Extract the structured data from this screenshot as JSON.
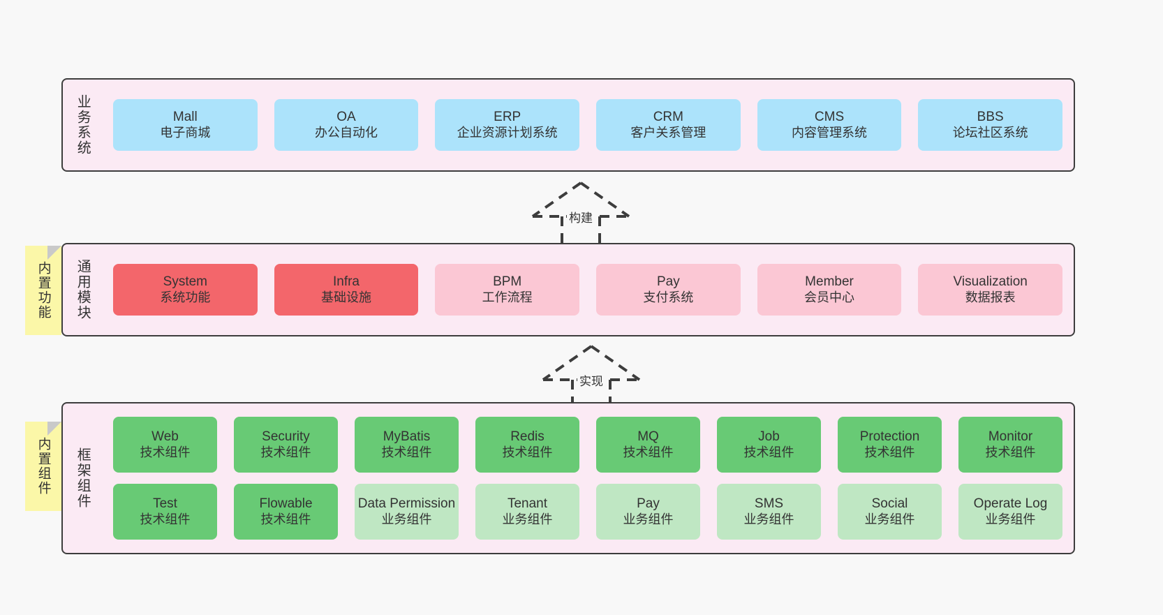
{
  "diagram": {
    "background": "#f8f8f8",
    "border_color": "#3d3d3d",
    "panel_color": "#fbeaf4",
    "sticky_color": "#fbf7a8"
  },
  "layers": [
    {
      "id": "business",
      "title": "业务系统",
      "rows": [
        {
          "nodes": [
            {
              "name": "Mall",
              "sub": "电子商城",
              "style": "n-blue",
              "color": "#ace3fb"
            },
            {
              "name": "OA",
              "sub": "办公自动化",
              "style": "n-blue",
              "color": "#ace3fb"
            },
            {
              "name": "ERP",
              "sub": "企业资源计划系统",
              "style": "n-blue",
              "color": "#ace3fb"
            },
            {
              "name": "CRM",
              "sub": "客户关系管理",
              "style": "n-blue",
              "color": "#ace3fb"
            },
            {
              "name": "CMS",
              "sub": "内容管理系统",
              "style": "n-blue",
              "color": "#ace3fb"
            },
            {
              "name": "BBS",
              "sub": "论坛社区系统",
              "style": "n-blue",
              "color": "#ace3fb"
            }
          ]
        }
      ]
    },
    {
      "id": "common",
      "title": "通用模块",
      "rows": [
        {
          "nodes": [
            {
              "name": "System",
              "sub": "系统功能",
              "style": "n-red",
              "color": "#f3666b"
            },
            {
              "name": "Infra",
              "sub": "基础设施",
              "style": "n-red",
              "color": "#f3666b"
            },
            {
              "name": "BPM",
              "sub": "工作流程",
              "style": "n-pink",
              "color": "#fbc7d4"
            },
            {
              "name": "Pay",
              "sub": "支付系统",
              "style": "n-pink",
              "color": "#fbc7d4"
            },
            {
              "name": "Member",
              "sub": "会员中心",
              "style": "n-pink",
              "color": "#fbc7d4"
            },
            {
              "name": "Visualization",
              "sub": "数据报表",
              "style": "n-pink",
              "color": "#fbc7d4"
            }
          ]
        }
      ]
    },
    {
      "id": "framework",
      "title": "框架组件",
      "rows": [
        {
          "nodes": [
            {
              "name": "Web",
              "sub": "技术组件",
              "style": "n-green",
              "color": "#68ca75"
            },
            {
              "name": "Security",
              "sub": "技术组件",
              "style": "n-green",
              "color": "#68ca75"
            },
            {
              "name": "MyBatis",
              "sub": "技术组件",
              "style": "n-green",
              "color": "#68ca75"
            },
            {
              "name": "Redis",
              "sub": "技术组件",
              "style": "n-green",
              "color": "#68ca75"
            },
            {
              "name": "MQ",
              "sub": "技术组件",
              "style": "n-green",
              "color": "#68ca75"
            },
            {
              "name": "Job",
              "sub": "技术组件",
              "style": "n-green",
              "color": "#68ca75"
            },
            {
              "name": "Protection",
              "sub": "技术组件",
              "style": "n-green",
              "color": "#68ca75"
            },
            {
              "name": "Monitor",
              "sub": "技术组件",
              "style": "n-green",
              "color": "#68ca75"
            }
          ]
        },
        {
          "nodes": [
            {
              "name": "Test",
              "sub": "技术组件",
              "style": "n-green",
              "color": "#68ca75"
            },
            {
              "name": "Flowable",
              "sub": "技术组件",
              "style": "n-green",
              "color": "#68ca75"
            },
            {
              "name": "Data Permission",
              "sub": "业务组件",
              "style": "n-lightgreen",
              "color": "#bfe7c3"
            },
            {
              "name": "Tenant",
              "sub": "业务组件",
              "style": "n-lightgreen",
              "color": "#bfe7c3"
            },
            {
              "name": "Pay",
              "sub": "业务组件",
              "style": "n-lightgreen",
              "color": "#bfe7c3"
            },
            {
              "name": "SMS",
              "sub": "业务组件",
              "style": "n-lightgreen",
              "color": "#bfe7c3"
            },
            {
              "name": "Social",
              "sub": "业务组件",
              "style": "n-lightgreen",
              "color": "#bfe7c3"
            },
            {
              "name": "Operate Log",
              "sub": "业务组件",
              "style": "n-lightgreen",
              "color": "#bfe7c3"
            }
          ]
        }
      ]
    }
  ],
  "stickies": [
    {
      "id": "builtin-feature",
      "label": "内置功能"
    },
    {
      "id": "builtin-component",
      "label": "内置组件"
    }
  ],
  "connectors": [
    {
      "id": "build",
      "label": "构建",
      "from": "通用模块",
      "to": "业务系统"
    },
    {
      "id": "implement",
      "label": "实现",
      "from": "框架组件",
      "to": "通用模块"
    }
  ]
}
